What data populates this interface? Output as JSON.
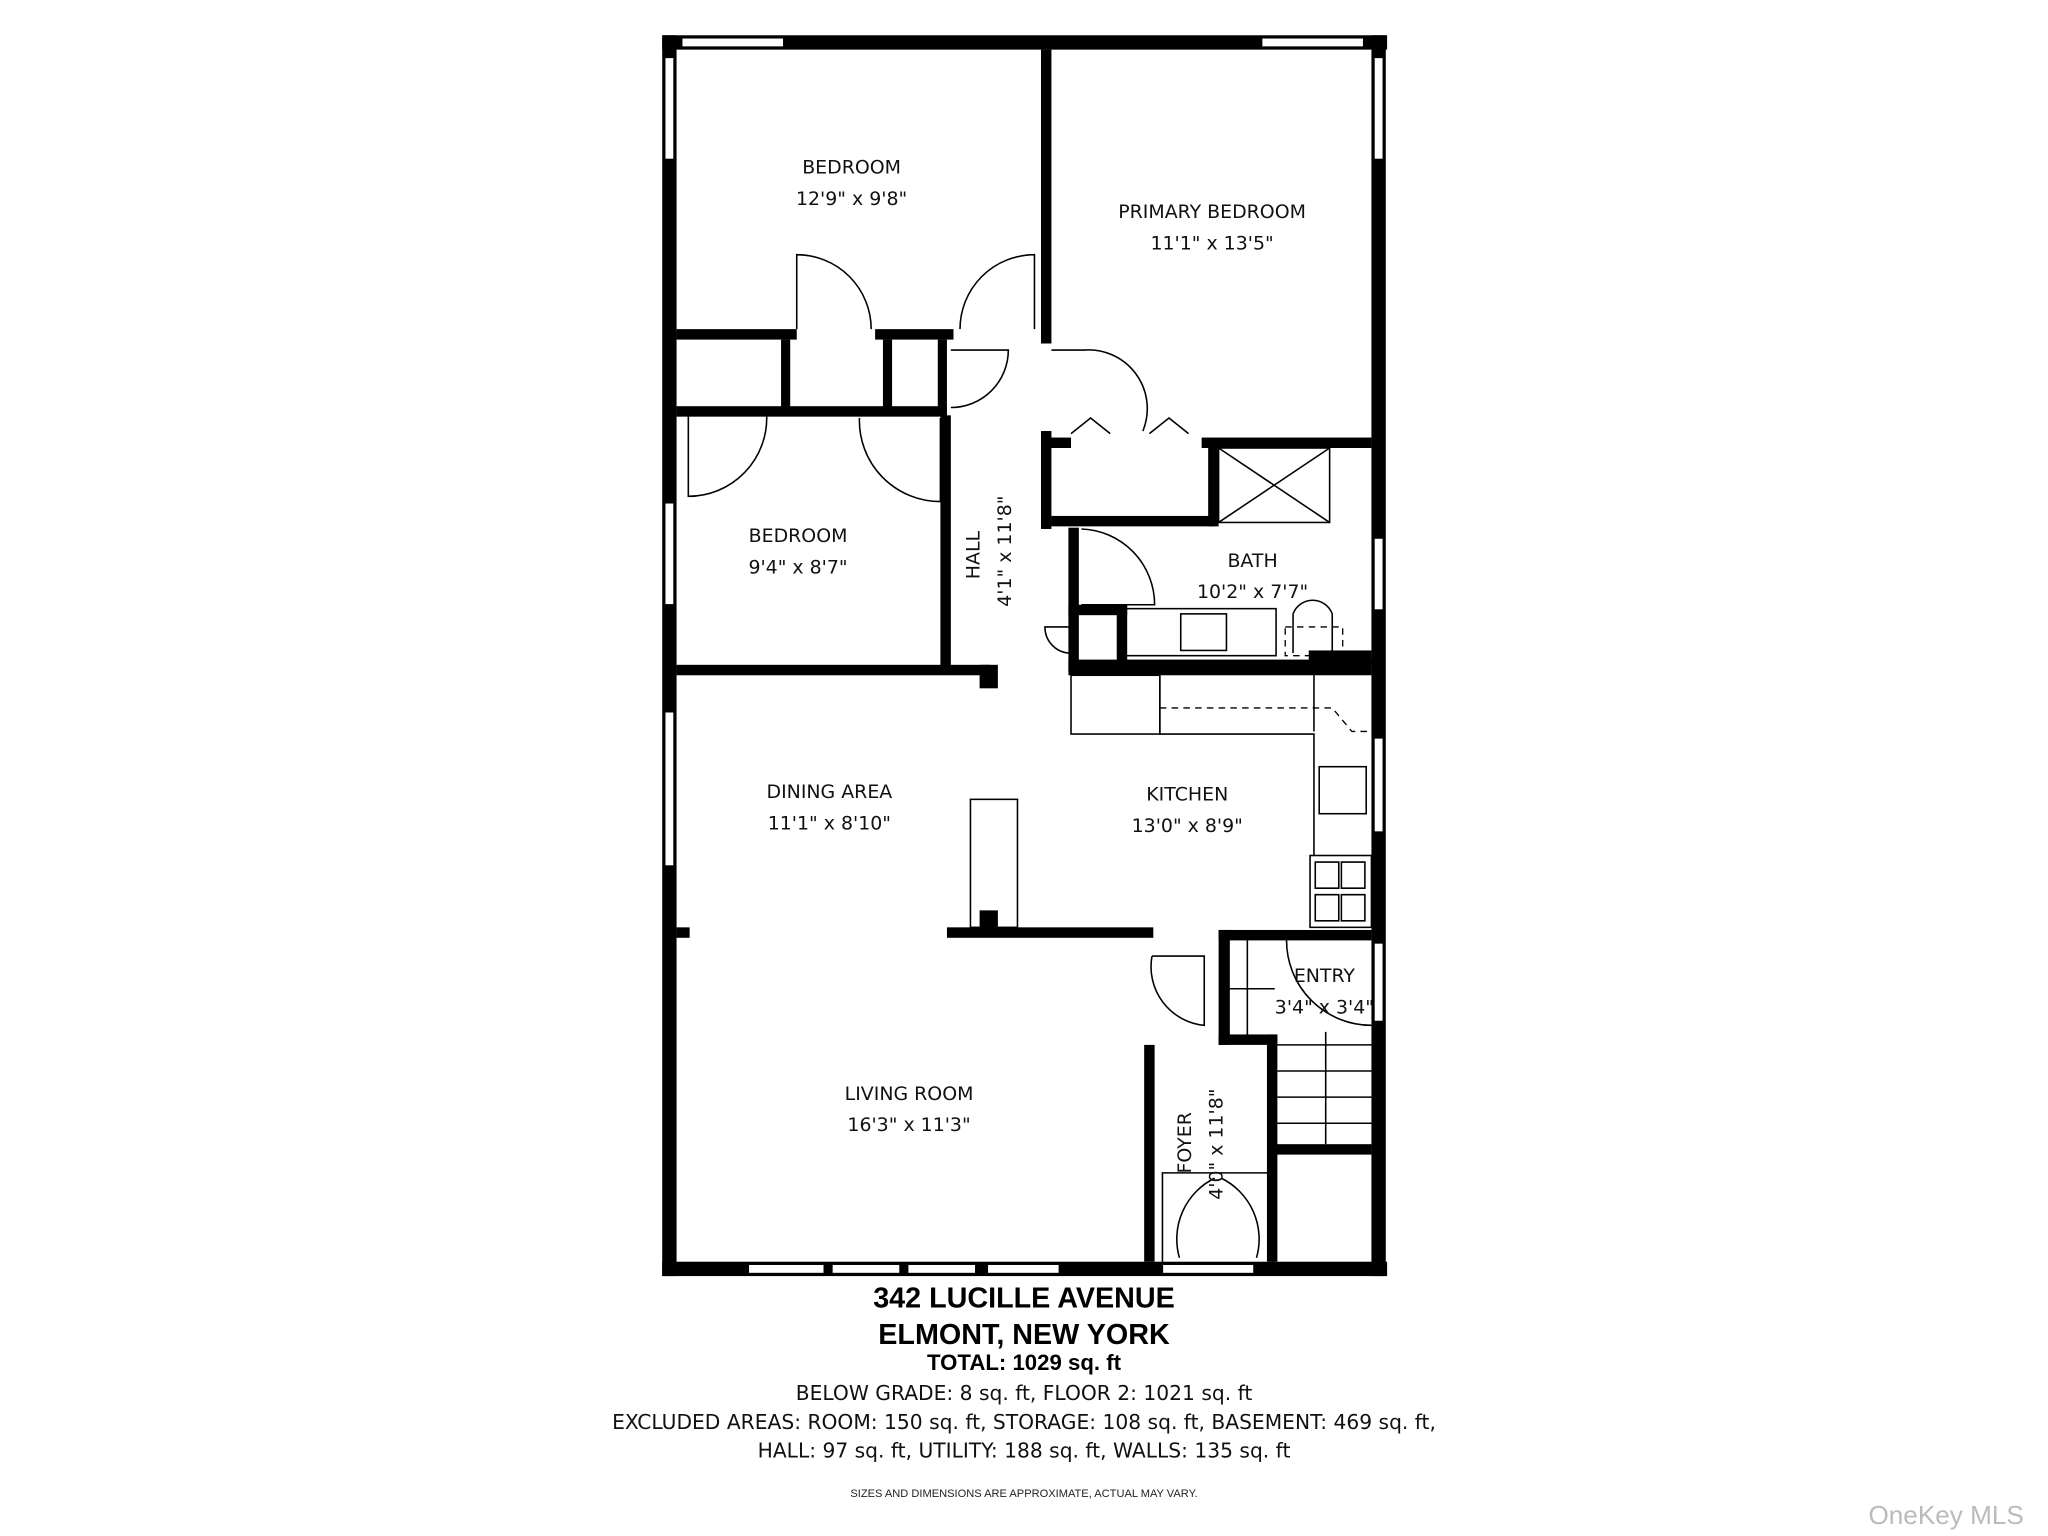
{
  "rooms": {
    "bedroom_1": {
      "name": "BEDROOM",
      "size": "12'9\" x 9'8\""
    },
    "primary_bedroom": {
      "name": "PRIMARY BEDROOM",
      "size": "11'1\" x 13'5\""
    },
    "bedroom_2": {
      "name": "BEDROOM",
      "size": "9'4\" x 8'7\""
    },
    "hall": {
      "name": "HALL",
      "size": "4'1\" x 11'8\""
    },
    "bath": {
      "name": "BATH",
      "size": "10'2\" x 7'7\""
    },
    "dining_area": {
      "name": "DINING AREA",
      "size": "11'1\" x 8'10\""
    },
    "kitchen": {
      "name": "KITCHEN",
      "size": "13'0\" x 8'9\""
    },
    "entry": {
      "name": "ENTRY",
      "size": "3'4\" x 3'4\""
    },
    "living_room": {
      "name": "LIVING ROOM",
      "size": "16'3\" x 11'3\""
    },
    "foyer": {
      "name": "FOYER",
      "size": "4'0\" x 11'8\""
    }
  },
  "footer": {
    "address_line_1": "342 LUCILLE AVENUE",
    "address_line_2": "ELMONT, NEW YORK",
    "total": "TOTAL: 1029 sq. ft",
    "breakdown": "BELOW GRADE: 8 sq. ft, FLOOR 2: 1021 sq. ft",
    "excluded_1": "EXCLUDED AREAS: ROOM: 150 sq. ft, STORAGE: 108 sq. ft, BASEMENT: 469 sq. ft,",
    "excluded_2": "HALL: 97 sq. ft, UTILITY: 188 sq. ft, WALLS: 135 sq. ft",
    "disclaimer": "SIZES AND DIMENSIONS ARE APPROXIMATE, ACTUAL MAY VARY."
  },
  "watermark": "OneKey MLS"
}
